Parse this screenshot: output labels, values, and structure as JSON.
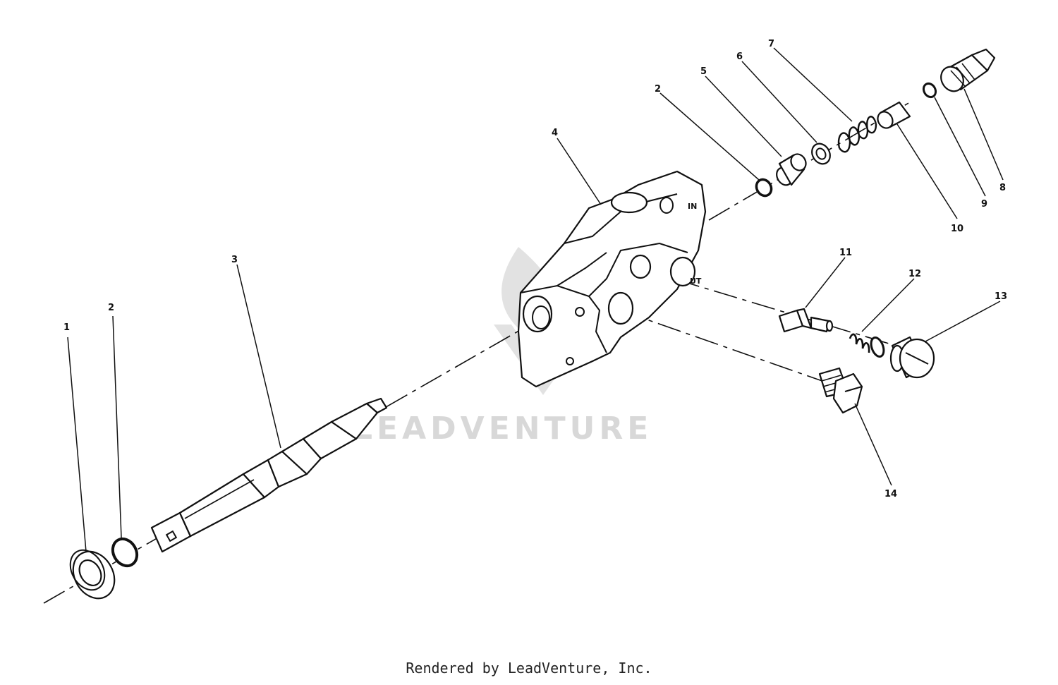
{
  "diagram": {
    "callouts": [
      {
        "id": "1",
        "label": "1"
      },
      {
        "id": "2a",
        "label": "2"
      },
      {
        "id": "3",
        "label": "3"
      },
      {
        "id": "4",
        "label": "4"
      },
      {
        "id": "2b",
        "label": "2"
      },
      {
        "id": "5",
        "label": "5"
      },
      {
        "id": "6",
        "label": "6"
      },
      {
        "id": "7",
        "label": "7"
      },
      {
        "id": "8",
        "label": "8"
      },
      {
        "id": "9",
        "label": "9"
      },
      {
        "id": "10",
        "label": "10"
      },
      {
        "id": "11",
        "label": "11"
      },
      {
        "id": "12",
        "label": "12"
      },
      {
        "id": "13",
        "label": "13"
      },
      {
        "id": "14",
        "label": "14"
      }
    ],
    "port_labels": {
      "in": "IN",
      "out": "UT"
    },
    "watermark": "LEADVENTURE"
  },
  "footer": {
    "credit": "Rendered by LeadVenture, Inc."
  }
}
